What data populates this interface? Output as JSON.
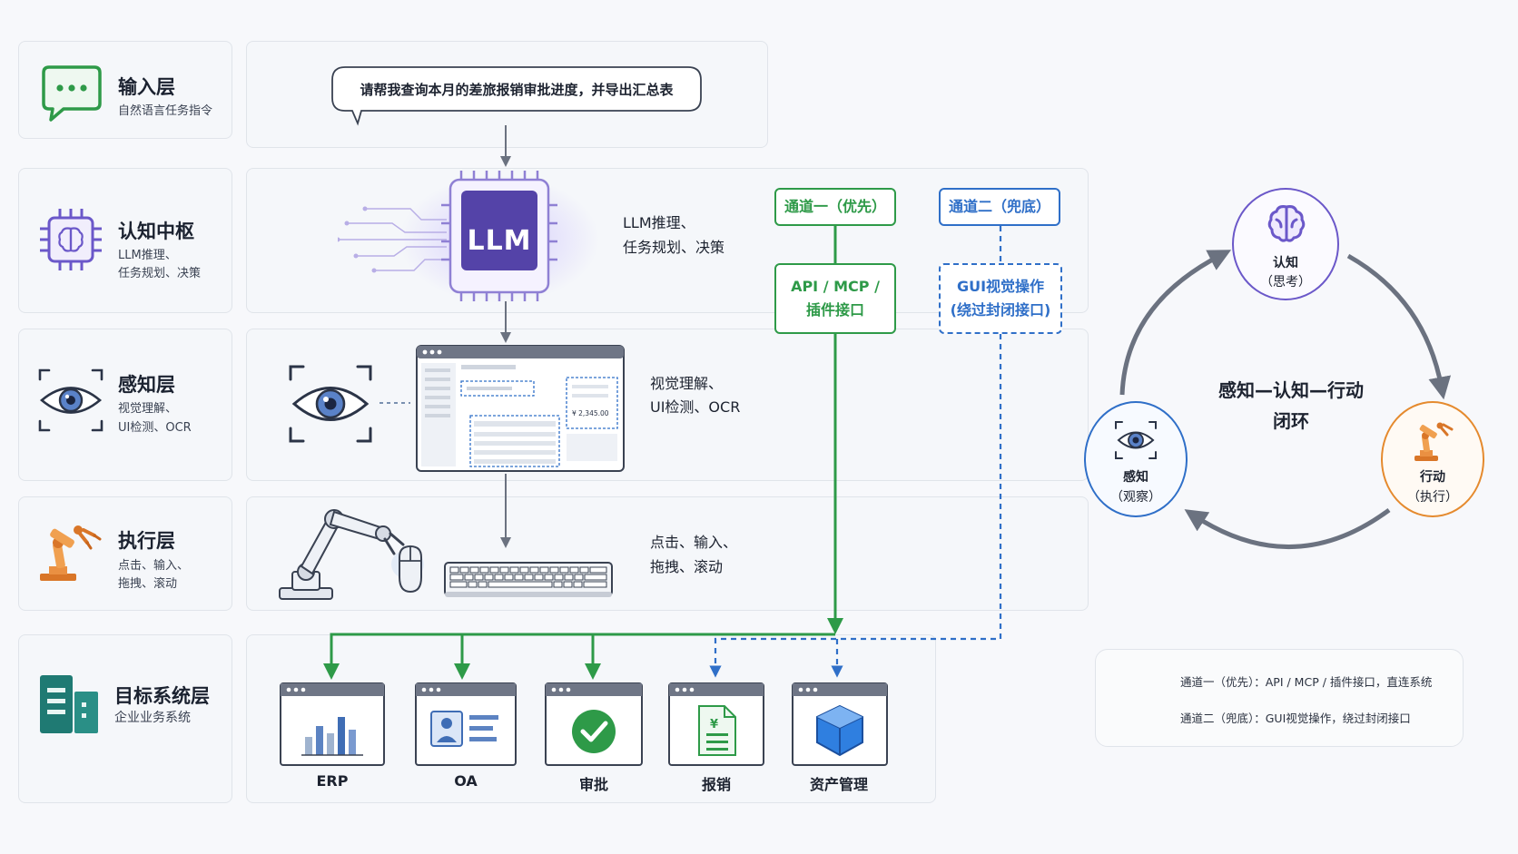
{
  "layers": [
    {
      "title": "输入层",
      "sub": [
        "自然语言任务指令"
      ]
    },
    {
      "title": "认知中枢",
      "sub": [
        "LLM推理、",
        "任务规划、决策"
      ]
    },
    {
      "title": "感知层",
      "sub": [
        "视觉理解、",
        "UI检测、OCR"
      ]
    },
    {
      "title": "执行层",
      "sub": [
        "点击、输入、",
        "拖拽、滚动"
      ]
    },
    {
      "title": "目标系统层",
      "sub": [
        "企业业务系统"
      ]
    }
  ],
  "input_bubble": "请帮我查询本月的差旅报销审批进度，并导出汇总表",
  "llm_chip": "LLM",
  "llm_desc": [
    "LLM推理、",
    "任务规划、决策"
  ],
  "perception_desc": [
    "视觉理解、",
    "UI检测、OCR"
  ],
  "execution_desc": [
    "点击、输入、",
    "拖拽、滚动"
  ],
  "screen_amount": "¥ 2,345.00",
  "channel1": {
    "title": "通道一（优先）",
    "box": [
      "API / MCP /",
      "插件接口"
    ],
    "color": "#2e9a48"
  },
  "channel2": {
    "title": "通道二（兜底）",
    "box": [
      "GUI视觉操作",
      "(绕过封闭接口)"
    ],
    "color": "#2f6fc8"
  },
  "systems": [
    "ERP",
    "OA",
    "审批",
    "报销",
    "资产管理"
  ],
  "loop": {
    "center": [
      "感知—认知—行动",
      "闭环"
    ],
    "cognition": [
      "认知",
      "（思考）"
    ],
    "perception": [
      "感知",
      "（观察）"
    ],
    "action": [
      "行动",
      "（执行）"
    ]
  },
  "legend": {
    "line1": "通道一（优先）：API / MCP / 插件接口，直连系统",
    "line2": "通道二（兜底）：GUI视觉操作，绕过封闭接口"
  },
  "colors": {
    "green": "#2e9a48",
    "blue": "#2f6fc8",
    "purple": "#6b58c9",
    "orange": "#e58a2e",
    "teal": "#1f7a73"
  }
}
